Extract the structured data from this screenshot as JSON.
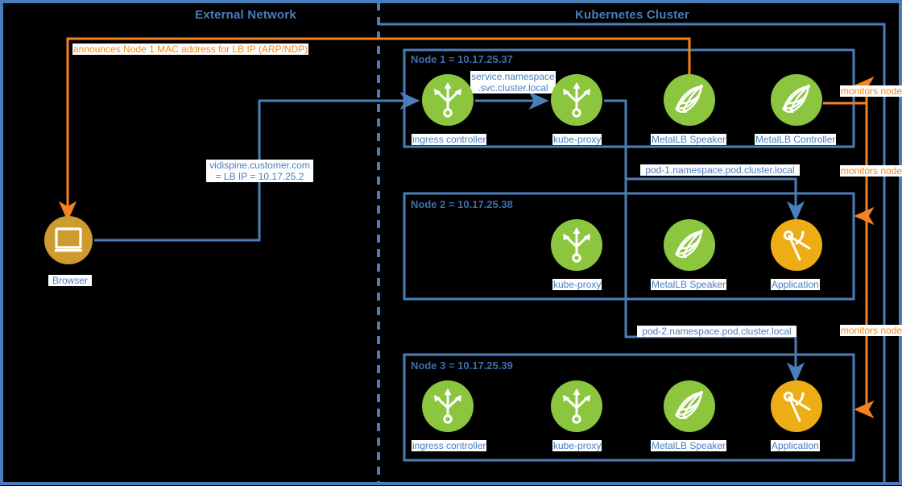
{
  "frame": {
    "border_color": "#4a7ebb",
    "background": "#000000"
  },
  "zones": {
    "external": {
      "title": "External Network"
    },
    "cluster": {
      "title": "Kubernetes Cluster"
    }
  },
  "colors": {
    "blue": "#4a7ebb",
    "blue_dark": "#3d6eb0",
    "orange": "#f58220",
    "orange_text": "#f28a1a",
    "green": "#8cc63e",
    "yellow": "#edae15",
    "gold": "#cd9b30",
    "white": "#ffffff"
  },
  "external": {
    "browser_label": "Browser",
    "arp_label": "announces Node 1 MAC address for LB IP (ARP/NDP)",
    "lb_label_line1": "vidispine.customer.com",
    "lb_label_line2": "= LB IP = 10.17.25.2"
  },
  "nodes": [
    {
      "title": "Node 1 = 10.17.25.37",
      "components": [
        {
          "label": "ingress controller",
          "icon": "router-icon",
          "kind": "green"
        },
        {
          "label": "kube-proxy",
          "icon": "router-icon",
          "kind": "green"
        },
        {
          "label": "MetalLB Speaker",
          "icon": "mesh-icon",
          "kind": "green"
        },
        {
          "label": "MetalLB Controller",
          "icon": "mesh-icon",
          "kind": "green"
        }
      ]
    },
    {
      "title": "Node 2 = 10.17.25.38",
      "components": [
        {
          "label": "kube-proxy",
          "icon": "router-icon",
          "kind": "green"
        },
        {
          "label": "MetalLB Speaker",
          "icon": "mesh-icon",
          "kind": "green"
        },
        {
          "label": "Application",
          "icon": "compass-icon",
          "kind": "yellow"
        }
      ]
    },
    {
      "title": "Node 3 = 10.17.25.39",
      "components": [
        {
          "label": "ingress controller",
          "icon": "router-icon",
          "kind": "green"
        },
        {
          "label": "kube-proxy",
          "icon": "router-icon",
          "kind": "green"
        },
        {
          "label": "MetalLB Speaker",
          "icon": "mesh-icon",
          "kind": "green"
        },
        {
          "label": "Application",
          "icon": "compass-icon",
          "kind": "yellow"
        }
      ]
    }
  ],
  "edge_labels": {
    "svc_dns_line1": "service.namespace",
    "svc_dns_line2": ".svc.cluster.local",
    "pod1_dns": "pod-1.namespace.pod.cluster.local",
    "pod2_dns": "pod-2.namespace.pod.cluster.local",
    "monitors_1": "monitors node",
    "monitors_2": "monitors node",
    "monitors_3": "monitors node"
  }
}
